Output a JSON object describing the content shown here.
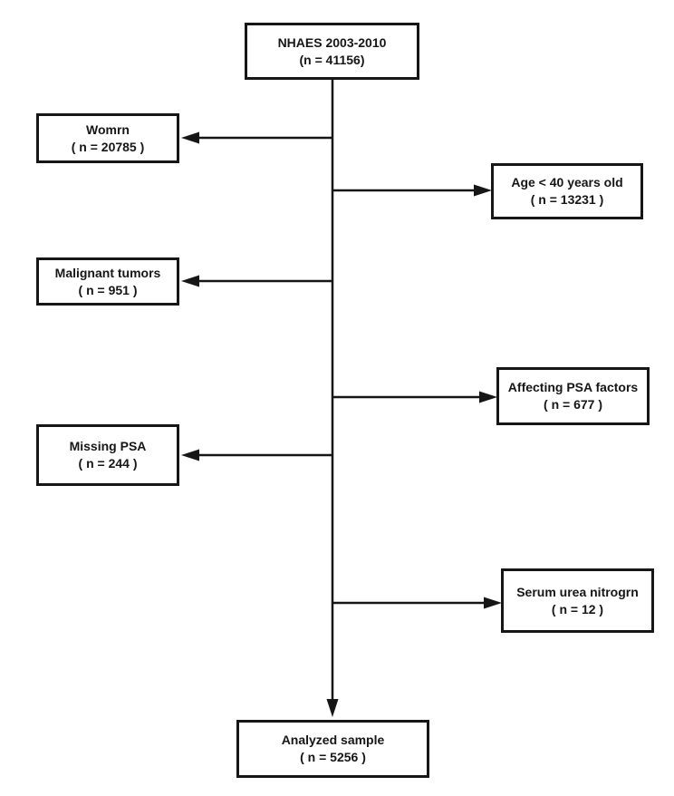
{
  "diagram": {
    "type": "flowchart",
    "colors": {
      "background": "#ffffff",
      "box_border": "#161616",
      "line": "#161616",
      "text": "#161616"
    },
    "nodes": [
      {
        "id": "nhanes",
        "label": "NHAES 2003-2010",
        "count": "(n = 41156)"
      },
      {
        "id": "women",
        "label": "Womrn",
        "count": "( n = 20785 )"
      },
      {
        "id": "age",
        "label": "Age < 40 years old",
        "count": "( n = 13231 )"
      },
      {
        "id": "malignant",
        "label": "Malignant tumors",
        "count": "( n = 951 )"
      },
      {
        "id": "affecting",
        "label": "Affecting PSA factors",
        "count": "( n = 677 )"
      },
      {
        "id": "missing",
        "label": "Missing PSA",
        "count": "( n = 244 )"
      },
      {
        "id": "serum",
        "label": "Serum urea nitrogrn",
        "count": "( n = 12 )"
      },
      {
        "id": "analyzed",
        "label": "Analyzed sample",
        "count": "( n = 5256 )"
      }
    ],
    "edges": [
      {
        "from": "nhanes",
        "to": "women",
        "direction": "left"
      },
      {
        "from": "nhanes",
        "to": "age",
        "direction": "right"
      },
      {
        "from": "nhanes",
        "to": "malignant",
        "direction": "left"
      },
      {
        "from": "nhanes",
        "to": "affecting",
        "direction": "right"
      },
      {
        "from": "nhanes",
        "to": "missing",
        "direction": "left"
      },
      {
        "from": "nhanes",
        "to": "serum",
        "direction": "right"
      },
      {
        "from": "nhanes",
        "to": "analyzed",
        "direction": "down"
      }
    ]
  }
}
